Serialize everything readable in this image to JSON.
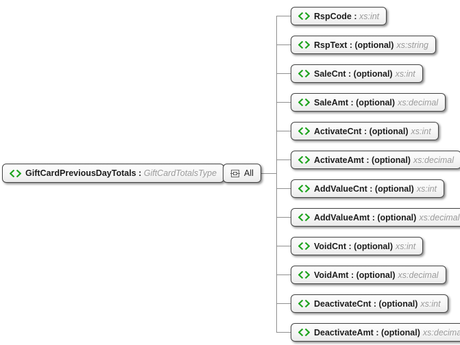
{
  "diagram": {
    "root": {
      "name": "GiftCardPreviousDayTotals",
      "separator": " : ",
      "type": "GiftCardTotalsType"
    },
    "compositor": {
      "label": "All"
    },
    "children": [
      {
        "name": "RspCode",
        "separator": " : ",
        "optional": "",
        "type": "xs:int"
      },
      {
        "name": "RspText",
        "separator": " : ",
        "optional": "(optional)",
        "type": "xs:string"
      },
      {
        "name": "SaleCnt",
        "separator": " : ",
        "optional": "(optional)",
        "type": "xs:int"
      },
      {
        "name": "SaleAmt",
        "separator": " : ",
        "optional": "(optional)",
        "type": "xs:decimal"
      },
      {
        "name": "ActivateCnt",
        "separator": " : ",
        "optional": "(optional)",
        "type": "xs:int"
      },
      {
        "name": "ActivateAmt",
        "separator": " : ",
        "optional": "(optional)",
        "type": "xs:decimal"
      },
      {
        "name": "AddValueCnt",
        "separator": " : ",
        "optional": "(optional)",
        "type": "xs:int"
      },
      {
        "name": "AddValueAmt",
        "separator": " : ",
        "optional": "(optional)",
        "type": "xs:decimal"
      },
      {
        "name": "VoidCnt",
        "separator": " : ",
        "optional": "(optional)",
        "type": "xs:int"
      },
      {
        "name": "VoidAmt",
        "separator": " : ",
        "optional": "(optional)",
        "type": "xs:decimal"
      },
      {
        "name": "DeactivateCnt",
        "separator": " : ",
        "optional": "(optional)",
        "type": "xs:int"
      },
      {
        "name": "DeactivateAmt",
        "separator": " : ",
        "optional": "(optional)",
        "type": "xs:decimal"
      }
    ],
    "colors": {
      "background": "#ffffff",
      "element_icon_green": "#1fa41f",
      "compositor_icon_gray": "#5f5f5f",
      "connector": "#8f8f8f",
      "box_border": "#424242",
      "name_text": "#1c1c1c",
      "type_text": "#9a9a9a"
    }
  }
}
